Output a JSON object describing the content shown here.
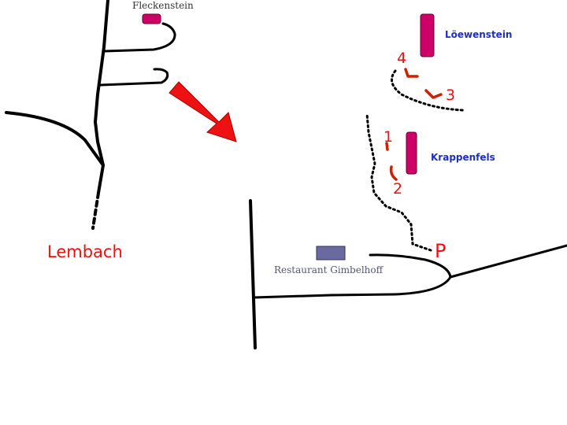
{
  "colors": {
    "road": "#000000",
    "castle": "#cc0066",
    "castle_label": "#1c2fc2",
    "town_label": "#ee1111",
    "route": "#cc2200",
    "restaurant": "#6a6aa0",
    "restaurant_label": "#555577",
    "arrow": "#ee1111",
    "parking": "#ee1111"
  },
  "labels": {
    "fleckenstein": "Fleckenstein",
    "loewenstein": "Löewenstein",
    "krappenfels": "Krappenfels",
    "lembach": "Lembach",
    "restaurant": "Restaurant Gimbelhoff",
    "parking": "P"
  },
  "waypoints": [
    {
      "id": "1",
      "label": "1"
    },
    {
      "id": "2",
      "label": "2"
    },
    {
      "id": "3",
      "label": "3"
    },
    {
      "id": "4",
      "label": "4"
    }
  ],
  "icons": {
    "direction": "arrow-icon",
    "castle": "castle-marker-icon",
    "restaurant": "restaurant-marker-icon"
  }
}
